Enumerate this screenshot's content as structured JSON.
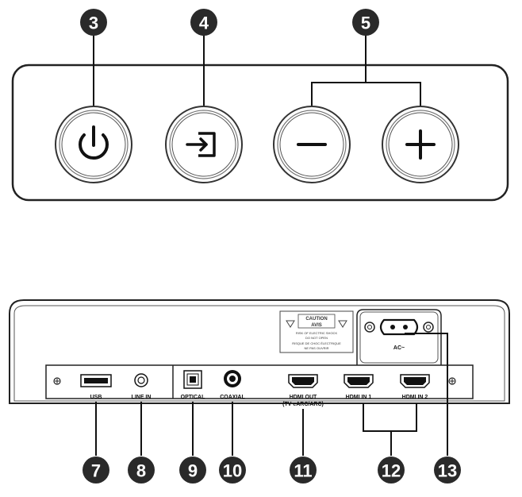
{
  "top_panel": {
    "callouts": [
      "3",
      "4",
      "5"
    ],
    "buttons": [
      "power-icon",
      "input-source-icon",
      "volume-down-icon",
      "volume-up-icon"
    ]
  },
  "rear_panel": {
    "callouts": [
      "7",
      "8",
      "9",
      "10",
      "11",
      "12",
      "13"
    ],
    "ports": {
      "usb": "USB",
      "line_in": "LINE IN",
      "optical": "OPTICAL",
      "coaxial": "COAXIAL",
      "hdmi_out": "HDMI OUT",
      "hdmi_out_sub": "(TV eARC/ARC)",
      "hdmi_in_1": "HDMI IN 1",
      "hdmi_in_2": "HDMI IN 2",
      "ac": "AC~"
    },
    "caution_label": {
      "title": "CAUTION",
      "subtitle": "AVIS",
      "line1": "RISK OF ELECTRIC SHOCK",
      "line2": "DO NOT OPEN",
      "line3": "RISQUE DE CHOC ÉLECTRIQUE",
      "line4": "NE PAS OUVRIR"
    }
  }
}
